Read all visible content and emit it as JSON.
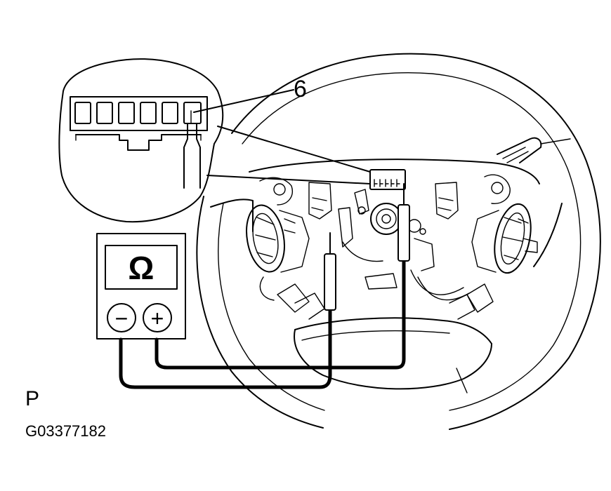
{
  "labels": {
    "callout_number": "6",
    "view_label": "P",
    "figure_code": "G03377182"
  },
  "meter": {
    "symbol": "Ω",
    "negative_symbol": "−",
    "positive_symbol": "+"
  },
  "colors": {
    "ink": "#000000",
    "paper": "#ffffff"
  }
}
